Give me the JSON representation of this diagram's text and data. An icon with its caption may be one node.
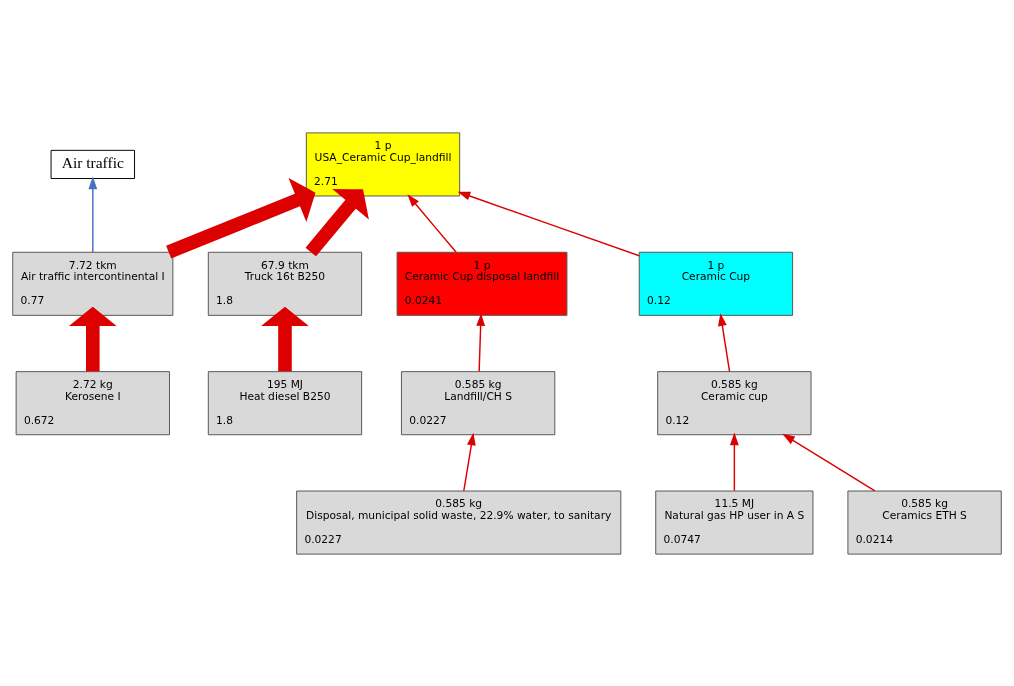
{
  "diagram": {
    "nodes": [
      {
        "text": [
          "1 p",
          "USA_Ceramic Cup_landfill",
          "2.71"
        ]
      },
      {
        "text": [
          "Air traffic"
        ]
      },
      {
        "text": [
          "1 p",
          "Ceramic Cup",
          "0.12"
        ]
      },
      {
        "text": [
          "7.72 tkm",
          "Air traffic intercontinental I",
          "0.77"
        ]
      },
      {
        "text": [
          "67.9 tkm",
          "Truck 16t B250",
          "1.8"
        ]
      },
      {
        "text": [
          "1 p",
          "Ceramic Cup disposal landfill",
          "0.0241"
        ]
      },
      {
        "text": [
          "0.585 kg",
          "Ceramic cup",
          "0.12"
        ]
      },
      {
        "text": [
          "2.72 kg",
          "Kerosene I",
          "0.672"
        ]
      },
      {
        "text": [
          "195 MJ",
          "Heat diesel B250",
          "1.8"
        ]
      },
      {
        "text": [
          "0.585 kg",
          "Landfill/CH S",
          "0.0227"
        ]
      },
      {
        "text": [
          "0.585 kg",
          "Ceramics ETH S",
          "0.0214"
        ]
      },
      {
        "text": [
          "11.5 MJ",
          "Natural gas HP user in A S",
          "0.0747"
        ]
      },
      {
        "text": [
          "0.585 kg",
          "Disposal, municipal solid waste, 22.9% water, to sanitary",
          "0.0227"
        ]
      }
    ],
    "edges": [
      {
        "from": 2,
        "to": 0,
        "arrow": "to"
      },
      {
        "from": 3,
        "to": 0,
        "arrow": "to",
        "style": "thick"
      },
      {
        "from": 4,
        "to": 0,
        "arrow": "to",
        "style": "thick"
      },
      {
        "from": 5,
        "to": 0,
        "arrow": "to"
      },
      {
        "from": 3,
        "to": 1,
        "arrow": "to",
        "color": "#4472c4"
      },
      {
        "from": 6,
        "to": 2,
        "arrow": "to"
      },
      {
        "from": 7,
        "to": 3,
        "arrow": "to",
        "style": "thick"
      },
      {
        "from": 8,
        "to": 4,
        "arrow": "to",
        "style": "thick"
      },
      {
        "from": 9,
        "to": 5,
        "arrow": "to"
      },
      {
        "from": 10,
        "to": 6,
        "arrow": "to"
      },
      {
        "from": 11,
        "to": 6,
        "arrow": "to"
      },
      {
        "from": 12,
        "to": 9,
        "arrow": "to"
      }
    ]
  }
}
